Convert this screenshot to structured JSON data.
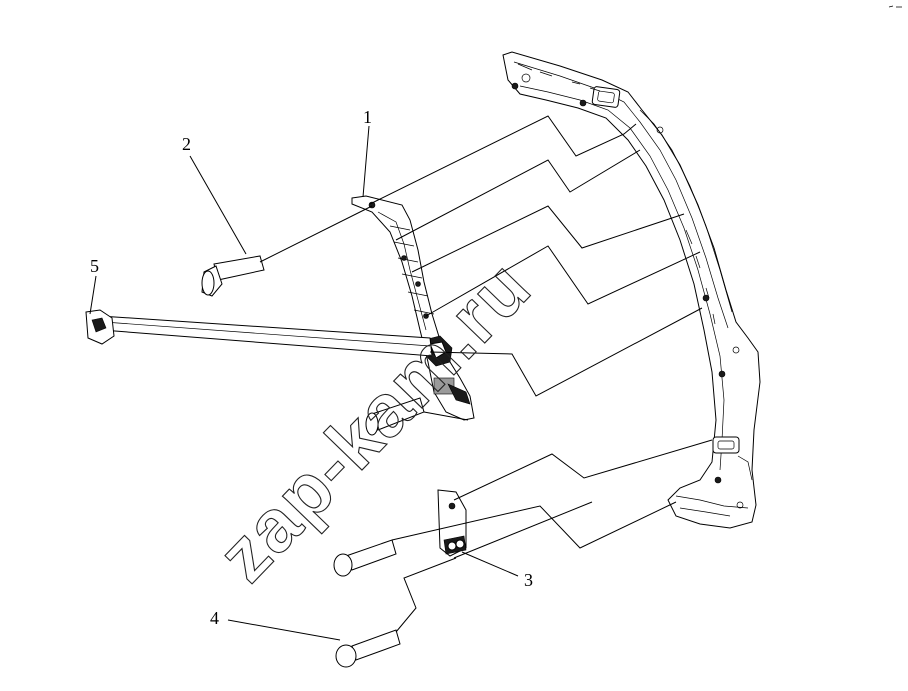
{
  "diagram": {
    "callouts": {
      "c1": "1",
      "c2": "2",
      "c3": "3",
      "c4": "4",
      "c5": "5"
    },
    "watermark": "zap-kam.ru"
  }
}
